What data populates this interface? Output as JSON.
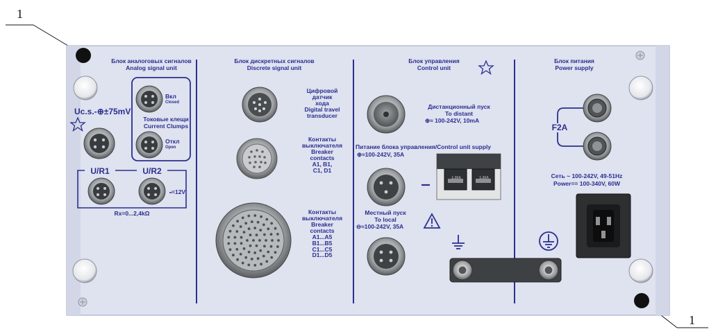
{
  "callouts": {
    "top_left": "1",
    "bottom_right": "1"
  },
  "analog": {
    "title_ru": "Блок аналоговых сигналов",
    "title_en": "Analog signal unit",
    "on_ru": "Вкл",
    "on_en": "Closed",
    "clamps_ru": "Токовые клещи",
    "clamps_en": "Current Clumps",
    "off_ru": "Откл",
    "off_en": "Open",
    "ucs": "Uc.s.-",
    "ucs_range": "±75mV",
    "ur1": "U/R1",
    "ur2": "U/R2",
    "v12": "12V",
    "rx": "Rx=0...2,4kΩ"
  },
  "discrete": {
    "title_ru": "Блок дискретных сигналов",
    "title_en": "Discrete signal unit",
    "dtt": [
      "Цифровой",
      "датчик",
      "хода",
      "Digital travel",
      "transducer"
    ],
    "bc1": [
      "Контакты",
      "выключателя",
      "Breaker",
      "contacts",
      "A1, B1,",
      "C1, D1"
    ],
    "bc2": [
      "Контакты",
      "выключателя",
      "Breaker",
      "contacts",
      "A1...A5",
      "B1...B5",
      "C1...C5",
      "D1...D5"
    ]
  },
  "control": {
    "title_ru": "Блок управления",
    "title_en": "Control unit",
    "remote_ru": "Дистанционный пуск",
    "remote_en": "To distant",
    "remote_spec": "100-242V, 10mA",
    "supply": "Питание блока управления/Control unit supply",
    "supply_spec": "100-242V, 35A",
    "local_ru": "Местный пуск",
    "local_en": "To local",
    "local_spec": "100-242V, 35A",
    "switch_label": "1-30A"
  },
  "power": {
    "title_ru": "Блок питания",
    "title_en": "Power supply",
    "fuse": "F2A",
    "mains_ru": "Сеть ~ 100-242V, 49-51Hz",
    "power_en": "Power== 100-340V, 60W"
  },
  "colors": {
    "panel": "#dfe2ef",
    "panel_edge": "#b7bbd4",
    "label": "#2a2f8f",
    "connector": "#3a3d3f"
  }
}
